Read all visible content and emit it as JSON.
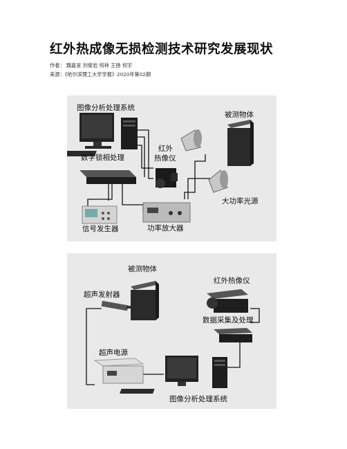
{
  "doc": {
    "title": "红外热成像无损检测技术研究发展现状",
    "authors": "作者：  魏嘉呈 刘俊岩 何林 王扬 何宇",
    "source": "来源：《哈尔滨理工大学学报》2020年第02期"
  },
  "figure1": {
    "labels": {
      "image_system": "图像分析处理系统",
      "lockin": "数字锁相处理",
      "ir_camera_1": "红外",
      "ir_camera_2": "热像仪",
      "object": "被测物体",
      "light_source": "大功率光源",
      "signal_gen": "信号发生器",
      "amplifier": "功率放大器"
    }
  },
  "figure2": {
    "labels": {
      "object": "被测物体",
      "ultrasonic_emitter": "超声发射器",
      "ir_camera": "红外热像仪",
      "daq": "数据采集及处理",
      "ultrasonic_power": "超声电源",
      "image_system": "图像分析处理系统"
    }
  }
}
